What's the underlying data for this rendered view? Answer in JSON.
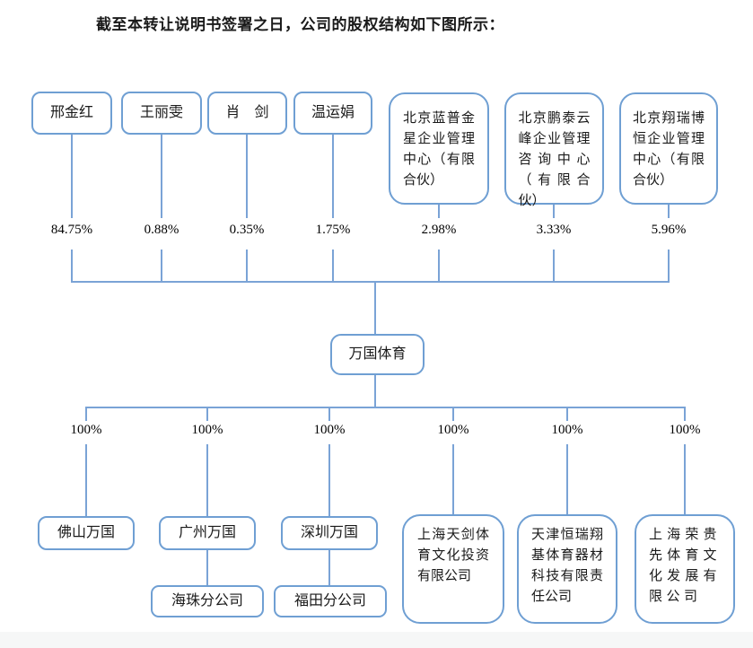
{
  "title": "截至本转让说明书签署之日，公司的股权结构如下图所示：",
  "colors": {
    "line": "#7aa3d6",
    "box_border": "#6f9fd3",
    "text": "#1a1a1a"
  },
  "parent_company": {
    "name": "万国体育"
  },
  "shareholders": [
    {
      "name": "邢金红",
      "ownership": "84.75%"
    },
    {
      "name": "王丽雯",
      "ownership": "0.88%"
    },
    {
      "name": "肖　剑",
      "ownership": "0.35%"
    },
    {
      "name": "温运娟",
      "ownership": "1.75%"
    },
    {
      "name": "北京蓝普金星企业管理中心（有限合伙）",
      "ownership": "2.98%"
    },
    {
      "name": "北京鹏泰云峰企业管理咨询中心（有限合伙）",
      "ownership": "3.33%"
    },
    {
      "name": "北京翔瑞博恒企业管理中心（有限合伙）",
      "ownership": "5.96%"
    }
  ],
  "subsidiaries": [
    {
      "name": "佛山万国",
      "ownership": "100%"
    },
    {
      "name": "广州万国",
      "ownership": "100%",
      "branch": "海珠分公司"
    },
    {
      "name": "深圳万国",
      "ownership": "100%",
      "branch": "福田分公司"
    },
    {
      "name": "上海天剑体育文化投资有限公司",
      "ownership": "100%"
    },
    {
      "name": "天津恒瑞翔基体育器材科技有限责任公司",
      "ownership": "100%"
    },
    {
      "name": "上海荣贵先体育文化发展有限公司",
      "ownership": "100%"
    }
  ]
}
